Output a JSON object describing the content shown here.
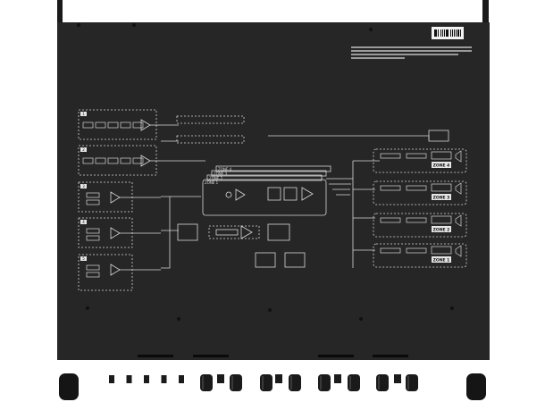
{
  "colors": {
    "chassis": "#262626",
    "diagram_line": "#d8d8d8",
    "front_panel": "#161616",
    "label_bg": "#e6e6e6"
  },
  "diagram": {
    "input_channels": [
      "1",
      "2",
      "3",
      "4",
      "5"
    ],
    "zone_stack": [
      "ZONE 4",
      "ZONE 3",
      "ZONE 2",
      "ZONE 1"
    ],
    "zone_outputs": [
      "ZONE 4",
      "ZONE 3",
      "ZONE 2",
      "ZONE 1"
    ]
  },
  "front_panel": {
    "knob_count": 8,
    "switch_count": 9
  }
}
